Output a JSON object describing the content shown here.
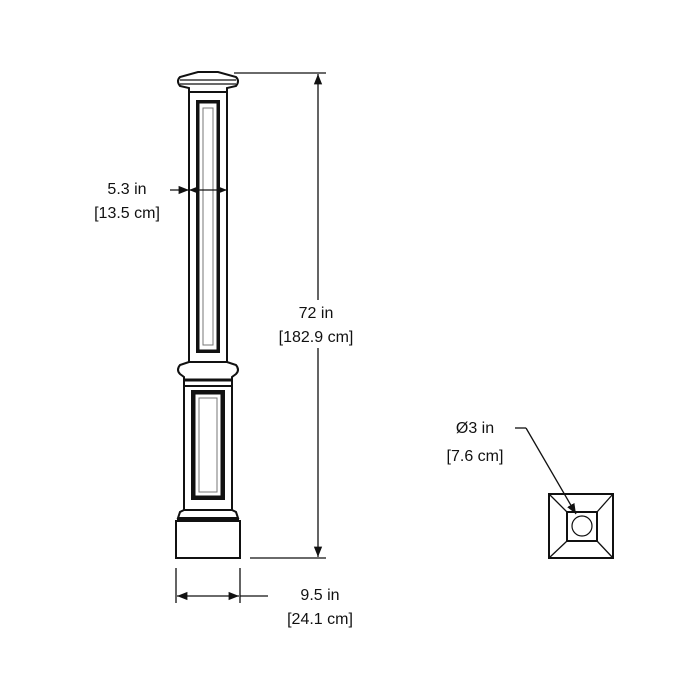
{
  "dimensions": {
    "height": {
      "imperial": "72 in",
      "metric": "[182.9 cm]"
    },
    "shaft_width": {
      "imperial": "5.3 in",
      "metric": "[13.5 cm]"
    },
    "base_width": {
      "imperial": "9.5 in",
      "metric": "[24.1 cm]"
    },
    "hole_diameter": {
      "imperial": "Ø3 in",
      "metric": "[7.6 cm]"
    }
  },
  "colors": {
    "line": "#111111",
    "background": "#ffffff"
  }
}
